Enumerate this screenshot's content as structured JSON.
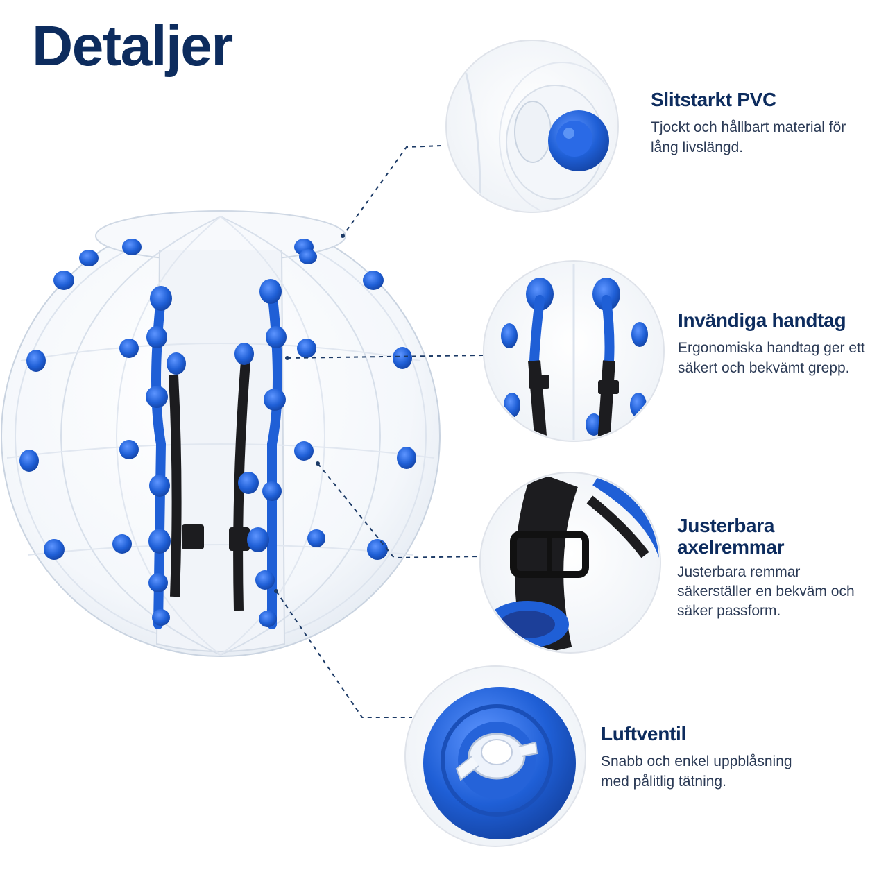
{
  "title": "Detaljer",
  "colors": {
    "title": "#0d2c5e",
    "accent_blue": "#1f5fd6",
    "strap": "#1c1c1f",
    "connector_line": "#1c3a66",
    "circle_border": "#dfe3ea"
  },
  "features": [
    {
      "icon": "pvc-patch-icon",
      "heading": "Slitstarkt PVC",
      "description": "Tjockt och hållbart material för lång livslängd."
    },
    {
      "icon": "handle-icon",
      "heading": "Invändiga handtag",
      "description": "Ergonomiska handtag ger ett säkert och bekvämt grepp."
    },
    {
      "icon": "strap-buckle-icon",
      "heading": "Justerbara axelremmar",
      "description": "Justerbara remmar säkerställer en bekväm och säker passform."
    },
    {
      "icon": "air-valve-icon",
      "heading": "Luftventil",
      "description": "Snabb och enkel uppblåsning med pålitlig tätning."
    }
  ]
}
